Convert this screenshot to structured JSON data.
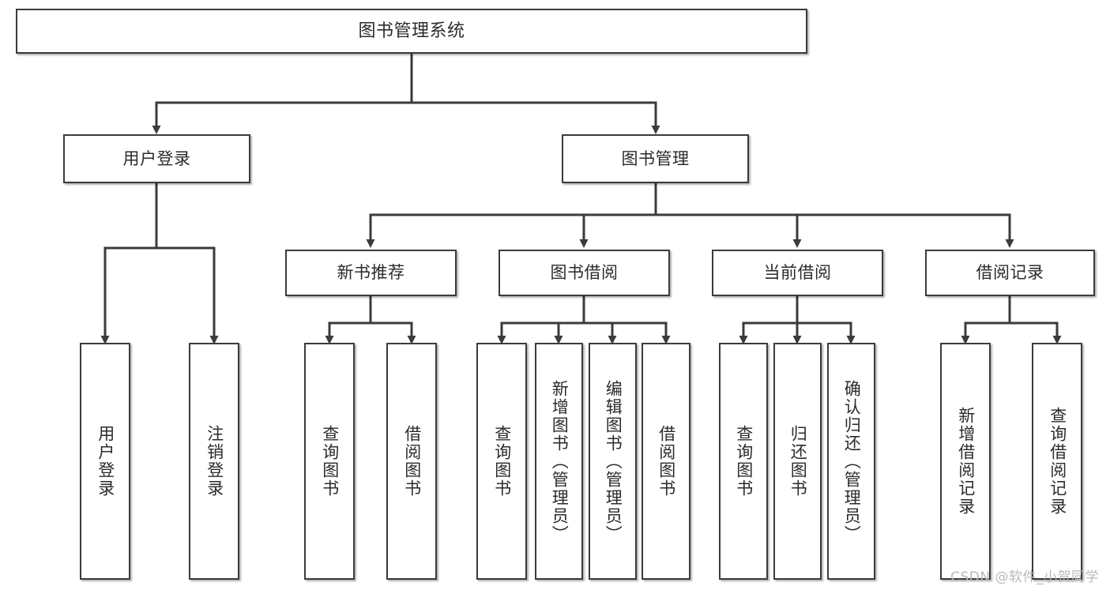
{
  "diagram": {
    "title": "图书管理系统",
    "type": "tree-hierarchy-diagram",
    "watermark": "CSDN @软件_小贺同学",
    "colors": {
      "box_border": "#3b3b3b",
      "box_fill": "#ffffff",
      "connector": "#3b3b3b",
      "text": "#2b2b2b",
      "watermark": "#b9b9b9"
    },
    "levels": {
      "root": {
        "label": "图书管理系统"
      },
      "level2": [
        {
          "id": "user-login",
          "label": "用户登录"
        },
        {
          "id": "book-management",
          "label": "图书管理"
        }
      ],
      "level3": [
        {
          "id": "new-book-recommend",
          "label": "新书推荐"
        },
        {
          "id": "book-borrow",
          "label": "图书借阅"
        },
        {
          "id": "current-borrow",
          "label": "当前借阅"
        },
        {
          "id": "borrow-record",
          "label": "借阅记录"
        }
      ],
      "leaves": {
        "user-login": [
          {
            "id": "leaf-user-login",
            "label": "用户登录"
          },
          {
            "id": "leaf-user-logout",
            "label": "注销登录"
          }
        ],
        "new-book-recommend": [
          {
            "id": "leaf-query-book-1",
            "label": "查询图书"
          },
          {
            "id": "leaf-borrow-book-1",
            "label": "借阅图书"
          }
        ],
        "book-borrow": [
          {
            "id": "leaf-query-book-2",
            "label": "查询图书"
          },
          {
            "id": "leaf-add-book",
            "label": "新增图书（管理员）"
          },
          {
            "id": "leaf-edit-book",
            "label": "编辑图书（管理员）"
          },
          {
            "id": "leaf-borrow-book-2",
            "label": "借阅图书"
          }
        ],
        "current-borrow": [
          {
            "id": "leaf-query-book-3",
            "label": "查询图书"
          },
          {
            "id": "leaf-return-book",
            "label": "归还图书"
          },
          {
            "id": "leaf-confirm-return",
            "label": "确认归还（管理员）"
          }
        ],
        "borrow-record": [
          {
            "id": "leaf-add-record",
            "label": "新增借阅记录"
          },
          {
            "id": "leaf-query-record",
            "label": "查询借阅记录"
          }
        ]
      }
    }
  }
}
